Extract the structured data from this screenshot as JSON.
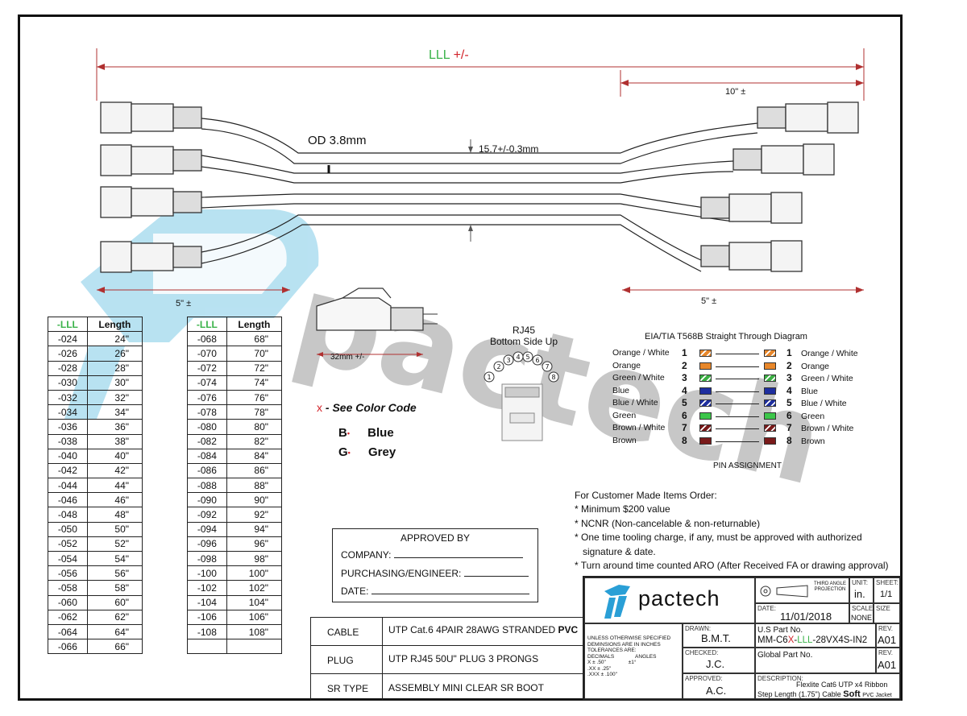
{
  "dimensions": {
    "overall": "LLL +/-",
    "overall_lll": "LLL",
    "overall_tol": "+/-",
    "right_breakout": "10\" ±",
    "left_breakout": "5\" ±",
    "right_breakout_bottom": "5\" ±",
    "od": "OD 3.8mm",
    "width": "15.7+/-0.3mm",
    "plug_length": "32mm +/-"
  },
  "table_headers": {
    "code": "-LLL",
    "length": "Length"
  },
  "length_table_left": [
    [
      "-024",
      "24\""
    ],
    [
      "-026",
      "26\""
    ],
    [
      "-028",
      "28\""
    ],
    [
      "-030",
      "30\""
    ],
    [
      "-032",
      "32\""
    ],
    [
      "-034",
      "34\""
    ],
    [
      "-036",
      "36\""
    ],
    [
      "-038",
      "38\""
    ],
    [
      "-040",
      "40\""
    ],
    [
      "-042",
      "42\""
    ],
    [
      "-044",
      "44\""
    ],
    [
      "-046",
      "46\""
    ],
    [
      "-048",
      "48\""
    ],
    [
      "-050",
      "50\""
    ],
    [
      "-052",
      "52\""
    ],
    [
      "-054",
      "54\""
    ],
    [
      "-056",
      "56\""
    ],
    [
      "-058",
      "58\""
    ],
    [
      "-060",
      "60\""
    ],
    [
      "-062",
      "62\""
    ],
    [
      "-064",
      "64\""
    ],
    [
      "-066",
      "66\""
    ]
  ],
  "length_table_right": [
    [
      "-068",
      "68\""
    ],
    [
      "-070",
      "70\""
    ],
    [
      "-072",
      "72\""
    ],
    [
      "-074",
      "74\""
    ],
    [
      "-076",
      "76\""
    ],
    [
      "-078",
      "78\""
    ],
    [
      "-080",
      "80\""
    ],
    [
      "-082",
      "82\""
    ],
    [
      "-084",
      "84\""
    ],
    [
      "-086",
      "86\""
    ],
    [
      "-088",
      "88\""
    ],
    [
      "-090",
      "90\""
    ],
    [
      "-092",
      "92\""
    ],
    [
      "-094",
      "94\""
    ],
    [
      "-096",
      "96\""
    ],
    [
      "-098",
      "98\""
    ],
    [
      "-100",
      "100\""
    ],
    [
      "-102",
      "102\""
    ],
    [
      "-104",
      "104\""
    ],
    [
      "-106",
      "106\""
    ],
    [
      "-108",
      "108\""
    ],
    [
      "",
      ""
    ]
  ],
  "color_code": {
    "marker": "x",
    "title": "- See Color Code",
    "items": [
      {
        "code": "B",
        "name": "Blue"
      },
      {
        "code": "G",
        "name": "Grey"
      }
    ]
  },
  "rj45": {
    "title": "RJ45",
    "subtitle": "Bottom Side Up",
    "pins": [
      "1",
      "2",
      "3",
      "4",
      "5",
      "6",
      "7",
      "8"
    ]
  },
  "pin_diagram": {
    "title": "EIA/TIA T568B Straight Through Diagram",
    "footer": "PIN ASSIGNMENT",
    "pins": [
      {
        "num": "1",
        "name": "Orange / White",
        "color": "#e8872a",
        "stripe": true
      },
      {
        "num": "2",
        "name": "Orange",
        "color": "#e8872a",
        "stripe": false
      },
      {
        "num": "3",
        "name": "Green / White",
        "color": "#3cb044",
        "stripe": true
      },
      {
        "num": "4",
        "name": "Blue",
        "color": "#1f2f9f",
        "stripe": false
      },
      {
        "num": "5",
        "name": "Blue / White",
        "color": "#1f2f9f",
        "stripe": true
      },
      {
        "num": "6",
        "name": "Green",
        "color": "#3cc64a",
        "stripe": false
      },
      {
        "num": "7",
        "name": "Brown / White",
        "color": "#7a1a1a",
        "stripe": true
      },
      {
        "num": "8",
        "name": "Brown",
        "color": "#7a1a1a",
        "stripe": false
      }
    ]
  },
  "notes": {
    "title": "For Customer Made Items Order:",
    "lines": [
      "* Minimum $200 value",
      "* NCNR (Non-cancelable & non-returnable)",
      "* One time tooling charge, if any, must be approved with authorized",
      "   signature & date.",
      "* Turn around time counted ARO (After Received FA or drawing approval)"
    ]
  },
  "approval": {
    "title": "APPROVED BY",
    "company": "COMPANY:",
    "purchasing": "PURCHASING/ENGINEER:",
    "date": "DATE:"
  },
  "spec_table": [
    {
      "label": "CABLE",
      "value": "UTP Cat.6 4PAIR 28AWG STRANDED",
      "value_bold": "PVC"
    },
    {
      "label": "PLUG",
      "value": "UTP RJ45 50U\" PLUG 3 PRONGS",
      "value_bold": ""
    },
    {
      "label": "SR TYPE",
      "value": "ASSEMBLY MINI CLEAR SR BOOT",
      "value_bold": ""
    }
  ],
  "title_block": {
    "logo": "pactech",
    "watermark": "pactech",
    "projection": "THIRD ANGLE PROJECTION",
    "unit_label": "UNIT:",
    "unit": "in.",
    "sheet_label": "SHEET:",
    "sheet": "1/1",
    "date_label": "DATE:",
    "date": "11/01/2018",
    "scale_label": "SCALE",
    "scale": "NONE",
    "size_label": "SIZE",
    "tolerance": [
      "UNLESS OTHERWISE SPECIFIED",
      "DEMINSIONS ARE IN INCHES",
      "TOLERANCES ARE:",
      "DECIMALS",
      "ANGLES",
      "X    ± .50\"",
      "±1°",
      ".XX  ± .25\"",
      ".XXX ± .100\""
    ],
    "drawn_label": "DRAWN:",
    "drawn": "B.M.T.",
    "checked_label": "CHECKED:",
    "checked": "J.C.",
    "approved_label": "APPROVED:",
    "approved": "A.C.",
    "us_part_label": "U.S Part No.",
    "part_a": "MM-C6",
    "part_b": "X",
    "part_c": "-",
    "part_d": "LLL",
    "part_e": "-28VX4S-IN2",
    "rev_label": "REV.",
    "rev": "A01",
    "global_part_label": "Global Part No.",
    "rev2_label": "REV.",
    "rev2": "A01",
    "desc_label": "DESCRIPTION:",
    "desc1": "Flexlite Cat6 UTP x4 Ribbon",
    "desc2a": "Step Length (1.75\") Cable",
    "desc2b": "Soft",
    "desc2c": "PVC Jacket"
  }
}
